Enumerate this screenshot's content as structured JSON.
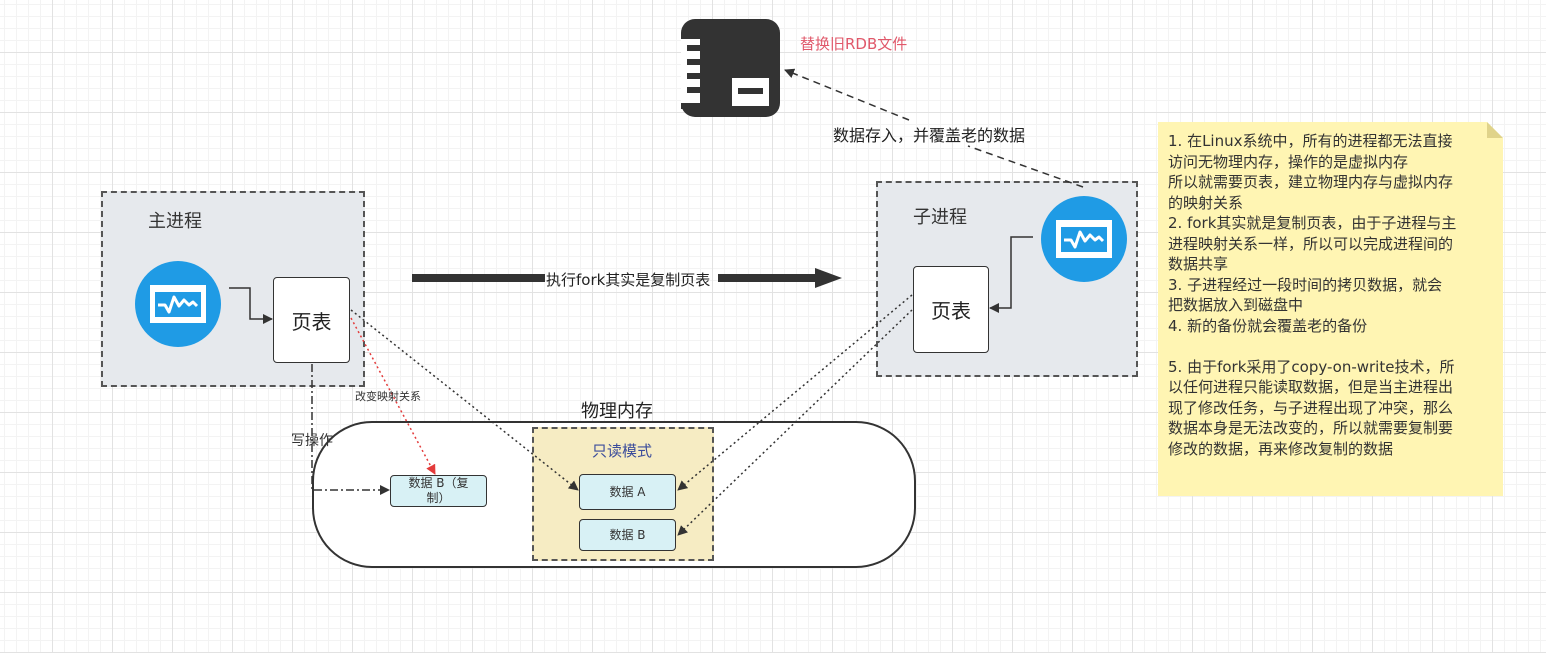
{
  "colors": {
    "container_bg": "#e6e9ed",
    "process_icon_blue": "#1f9be5",
    "file_icon_dark": "#333333",
    "readonly_bg": "#f6ecc3",
    "data_block_bg": "#d8f1f5",
    "note_bg": "#fff5b3",
    "red_label": "#e0586a",
    "readonly_label": "#3b4c9b",
    "mapping_change_arrow": "#e33b3b"
  },
  "file": {
    "icon": "rdb-file-icon",
    "label": "替换旧RDB文件"
  },
  "save_arrow_label": "数据存入，并覆盖老的数据",
  "main_process": {
    "title": "主进程",
    "icon": "process-monitor-icon",
    "page_table": "页表"
  },
  "child_process": {
    "title": "子进程",
    "icon": "process-monitor-icon",
    "page_table": "页表"
  },
  "fork_arrow_label": "执行fork其实是复制页表",
  "change_mapping_label": "改变映射关系",
  "write_op_label": "写操作",
  "physical_memory": {
    "title": "物理内存",
    "readonly_title": "只读模式",
    "data_a": "数据 A",
    "data_b": "数据 B",
    "data_b_copy_line1": "数据 B（复",
    "data_b_copy_line2": "制）"
  },
  "note": {
    "lines": [
      "1. 在Linux系统中，所有的进程都无法直接",
      "访问无物理内存，操作的是虚拟内存",
      "所以就需要页表，建立物理内存与虚拟内存",
      "的映射关系",
      "2. fork其实就是复制页表，由于子进程与主",
      "进程映射关系一样，所以可以完成进程间的",
      "数据共享",
      "3. 子进程经过一段时间的拷贝数据，就会",
      "把数据放入到磁盘中",
      "4. 新的备份就会覆盖老的备份",
      "",
      "5. 由于fork采用了copy-on-write技术，所",
      "以任何进程只能读取数据，但是当主进程出",
      "现了修改任务，与子进程出现了冲突，那么",
      "数据本身是无法改变的，所以就需要复制要",
      "修改的数据，再来修改复制的数据"
    ]
  }
}
